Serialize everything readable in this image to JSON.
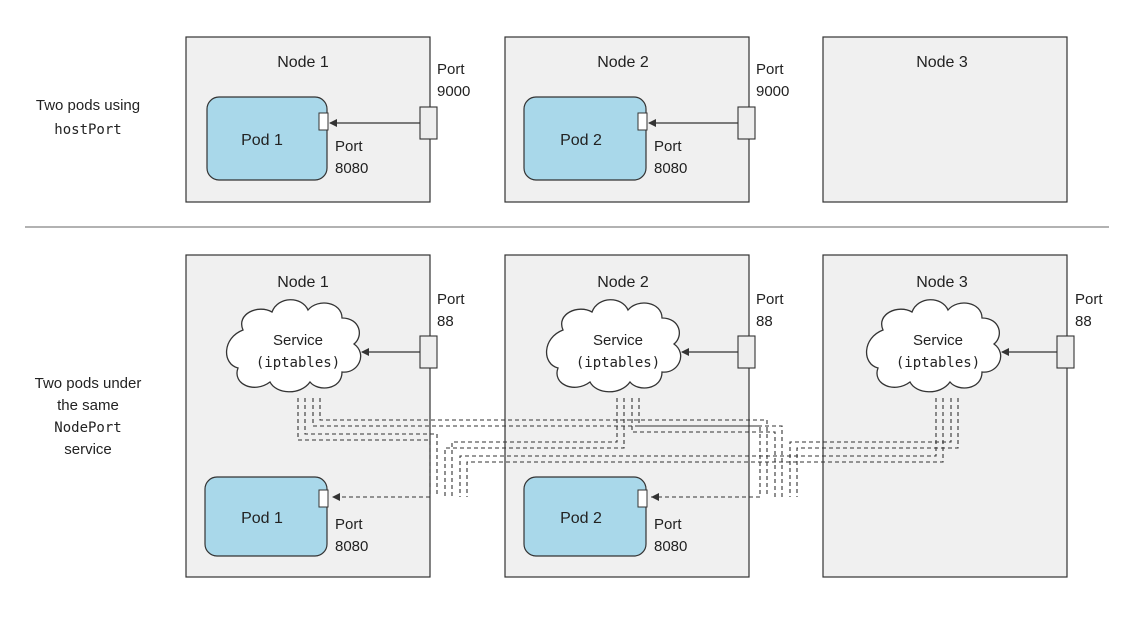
{
  "top_section": {
    "row_label": {
      "line1": "Two pods using",
      "line2": "hostPort"
    },
    "nodes": [
      {
        "title": "Node 1",
        "pod": "Pod 1",
        "container_port": {
          "line1": "Port",
          "line2": "8080"
        },
        "host_port": {
          "line1": "Port",
          "line2": "9000"
        }
      },
      {
        "title": "Node 2",
        "pod": "Pod 2",
        "container_port": {
          "line1": "Port",
          "line2": "8080"
        },
        "host_port": {
          "line1": "Port",
          "line2": "9000"
        }
      },
      {
        "title": "Node 3"
      }
    ]
  },
  "bottom_section": {
    "row_label": {
      "line1": "Two pods under",
      "line2": "the same",
      "line3": "NodePort",
      "line4": "service"
    },
    "nodes": [
      {
        "title": "Node 1",
        "service": {
          "line1": "Service",
          "line2": "(iptables)"
        },
        "node_port": {
          "line1": "Port",
          "line2": "88"
        },
        "pod": "Pod 1",
        "container_port": {
          "line1": "Port",
          "line2": "8080"
        }
      },
      {
        "title": "Node 2",
        "service": {
          "line1": "Service",
          "line2": "(iptables)"
        },
        "node_port": {
          "line1": "Port",
          "line2": "88"
        },
        "pod": "Pod 2",
        "container_port": {
          "line1": "Port",
          "line2": "8080"
        }
      },
      {
        "title": "Node 3",
        "service": {
          "line1": "Service",
          "line2": "(iptables)"
        },
        "node_port": {
          "line1": "Port",
          "line2": "88"
        }
      }
    ]
  },
  "colors": {
    "node_fill": "#f0f0f0",
    "pod_fill": "#a9d8ea",
    "stroke": "#333333",
    "divider": "#999999"
  }
}
